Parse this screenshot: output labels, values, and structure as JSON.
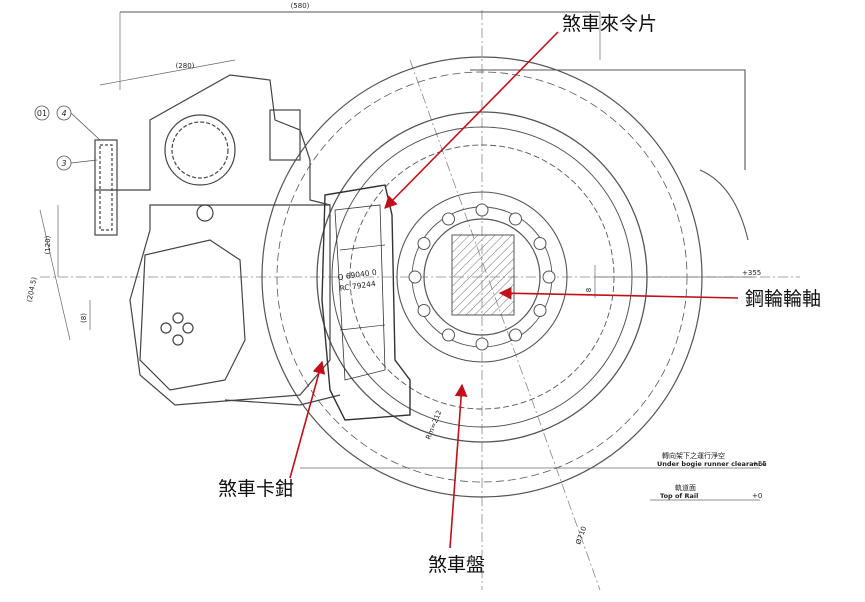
{
  "labels": {
    "pad": "煞車來令片",
    "axle": "鋼輪輪軸",
    "caliper": "煞車卡鉗",
    "disc": "煞車盤"
  },
  "dimensions": {
    "d580": "(580)",
    "d280": "(280)",
    "d120": "(120)",
    "d2045": "(204.5)",
    "d8": "(8)",
    "plus355": "+355",
    "plus55": "+55",
    "plus0": "+0",
    "rm212": "Rm=212",
    "phi710": "Ø710",
    "dim8": "8"
  },
  "callout_marks": {
    "c01": "01",
    "c4": "4",
    "c3": "3"
  },
  "notes": {
    "clearance_zh": "轉向架下之運行淨空",
    "clearance_en": "Under bogie runner clearance",
    "rail_zh": "軌道面",
    "rail_en": "Top of Rail"
  },
  "part_marking": {
    "line1": "Q 69040 0",
    "line2": "RC 79244"
  },
  "colors": {
    "line": "#555555",
    "arrow": "#c0101a",
    "hatch": "#777777"
  }
}
